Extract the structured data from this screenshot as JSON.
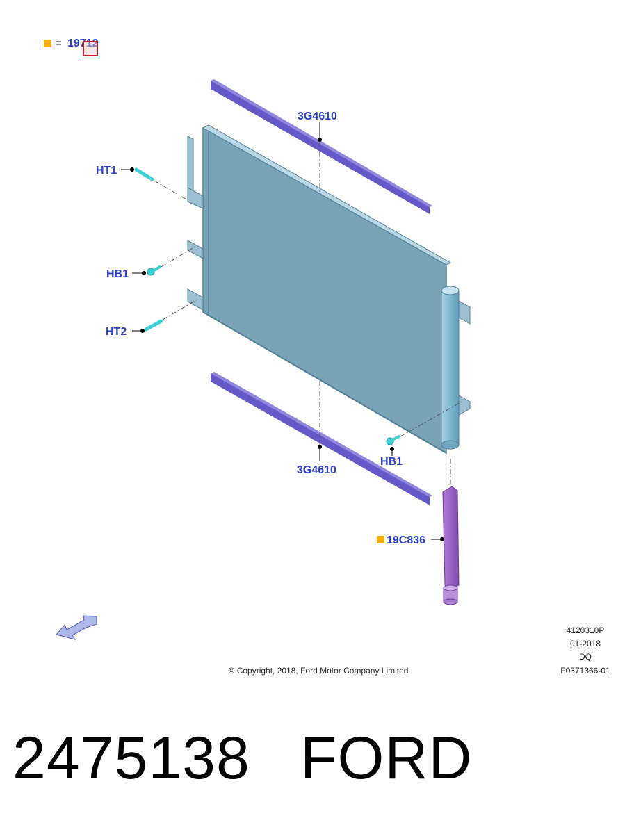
{
  "legend": {
    "symbol_color": "#f5b000",
    "equals": "=",
    "code": "19712"
  },
  "callouts": {
    "strip_top": "3G4610",
    "strip_bottom": "3G4610",
    "ht1": "HT1",
    "hb1_left": "HB1",
    "ht2": "HT2",
    "hb1_right": "HB1",
    "drier": "19C836"
  },
  "footer": {
    "ref_code": "4120310P",
    "date": "01-2018",
    "dq": "DQ",
    "figure_id": "F0371366-01",
    "copyright": "© Copyright, 2018, Ford Motor Company Limited"
  },
  "caption": {
    "part_number": "2475138",
    "brand": "FORD"
  },
  "colors": {
    "callout_text": "#2b3fc9",
    "condenser": "#7aa3b8",
    "seal_strip": "#6459c9",
    "drier_element": "#a064c8",
    "fastener": "#3fd0d6",
    "marker": "#f5b000"
  }
}
